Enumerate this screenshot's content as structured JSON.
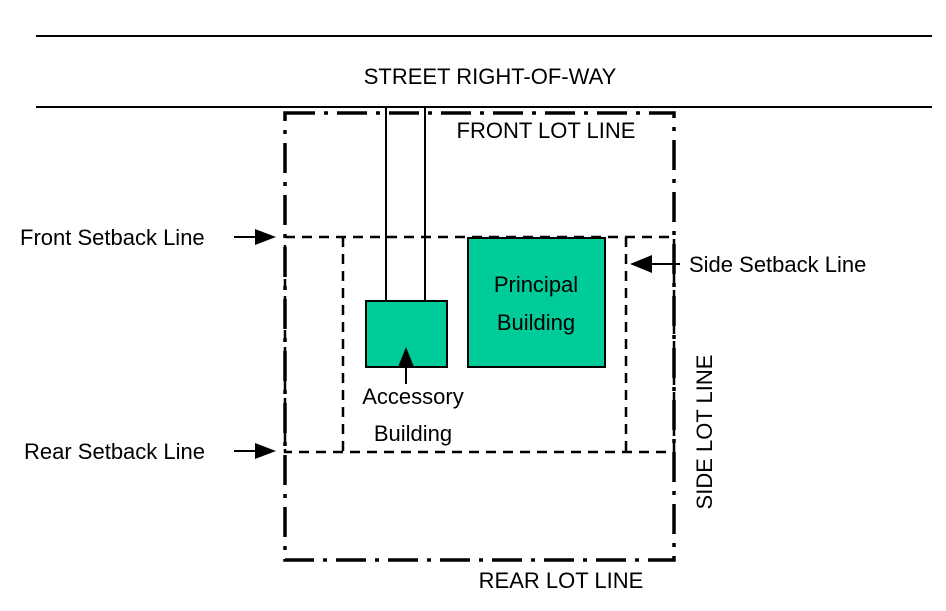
{
  "labels": {
    "street": "STREET RIGHT-OF-WAY",
    "front_lot_line": "FRONT LOT LINE",
    "rear_lot_line": "REAR LOT LINE",
    "side_lot_line": "SIDE LOT LINE",
    "front_setback_line": "Front Setback Line",
    "rear_setback_line": "Rear Setback Line",
    "side_setback_line": "Side Setback Line",
    "principal_building_line1": "Principal",
    "principal_building_line2": "Building",
    "accessory_building_line1": "Accessory",
    "accessory_building_line2": "Building"
  },
  "colors": {
    "building_fill": "#00CC99",
    "line": "#000000",
    "background": "#FFFFFF"
  }
}
